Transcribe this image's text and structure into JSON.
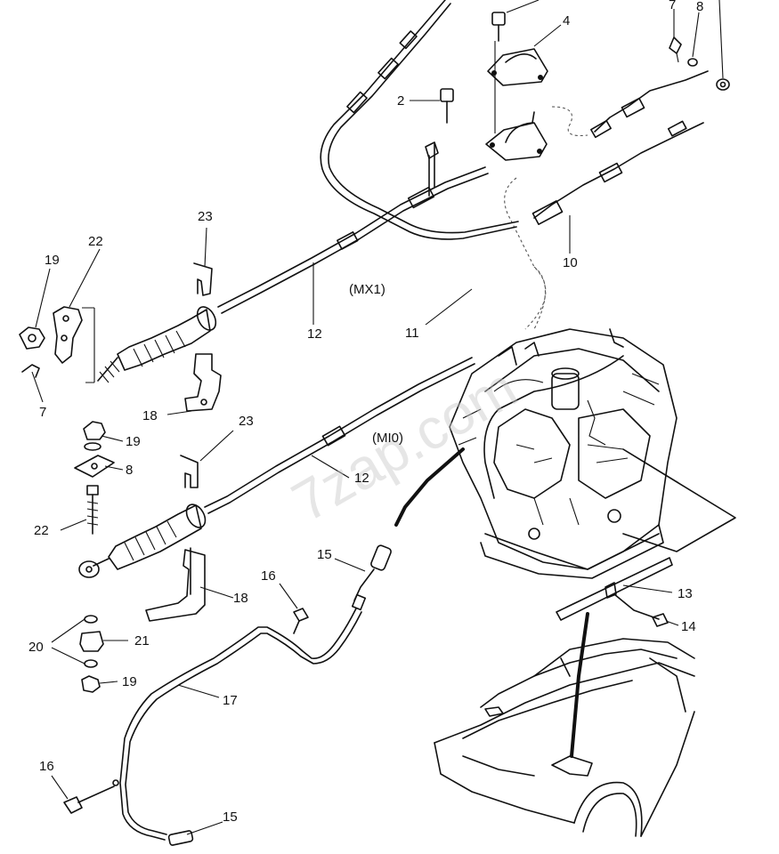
{
  "watermark": "7zap.com",
  "variant_labels": {
    "mx1": "(MX1)",
    "mio": "(MI0)"
  },
  "callouts": {
    "n2": "2",
    "n4": "4",
    "n7a": "7",
    "n8a": "8",
    "n10": "10",
    "n11": "11",
    "n12a": "12",
    "n22a": "22",
    "n19a": "19",
    "n23a": "23",
    "n7b": "7",
    "n18a": "18",
    "n19b": "19",
    "n8b": "8",
    "n23b": "23",
    "n12b": "12",
    "n22b": "22",
    "n18b": "18",
    "n20": "20",
    "n21": "21",
    "n19c": "19",
    "n15a": "15",
    "n16a": "16",
    "n17": "17",
    "n13": "13",
    "n14": "14",
    "n16b": "16",
    "n15b": "15"
  }
}
